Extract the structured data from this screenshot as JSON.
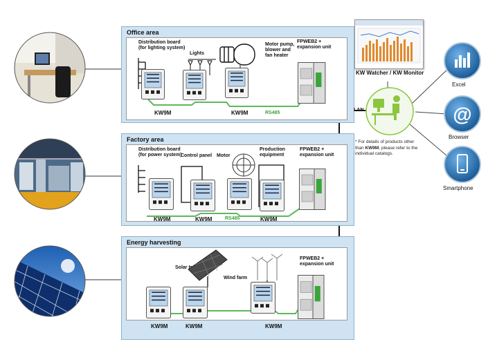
{
  "areas": {
    "office": {
      "title": "Office area",
      "distribution_board": "Distribution board\n(for lighting system)",
      "lights": "Lights",
      "motor_pump": "Motor pump,\nblower and\nfan heater",
      "fpweb2": "FPWEB2 +\nexpansion unit",
      "kw9m_1": "KW9M",
      "kw9m_2": "KW9M",
      "rs485": "RS485"
    },
    "factory": {
      "title": "Factory area",
      "distribution_board": "Distribution board\n(for power system)",
      "control_panel": "Control panel",
      "motor": "Motor",
      "production": "Production\nequipment",
      "fpweb2": "FPWEB2 +\nexpansion unit",
      "kw9m_1": "KW9M",
      "kw9m_2": "KW9M",
      "kw9m_3": "KW9M",
      "rs485": "RS485"
    },
    "energy": {
      "title": "Energy harvesting",
      "solar_tracker": "Solar tracker",
      "wind_farm": "Wind farm",
      "fpweb2": "FPWEB2 +\nexpansion unit",
      "kw9m_1": "KW9M",
      "kw9m_2": "KW9M",
      "kw9m_3": "KW9M"
    }
  },
  "network": {
    "lan": "LAN",
    "watcher_title": "KW Watcher / KW Monitor",
    "note_prefix": "* For details of products other than ",
    "note_bold": "KW9M",
    "note_suffix": ", please refer to the individual catalogs."
  },
  "apps": [
    {
      "label": "Excel",
      "icon": "bar-chart-icon"
    },
    {
      "label": "Browser",
      "icon": "at-sign-icon"
    },
    {
      "label": "Smartphone",
      "icon": "smartphone-icon"
    }
  ],
  "colors": {
    "panel_bg": "#cfe3f2",
    "panel_border": "#8fb0c8",
    "green": "#5cb85c",
    "app_blue": "#1d6fb8"
  }
}
